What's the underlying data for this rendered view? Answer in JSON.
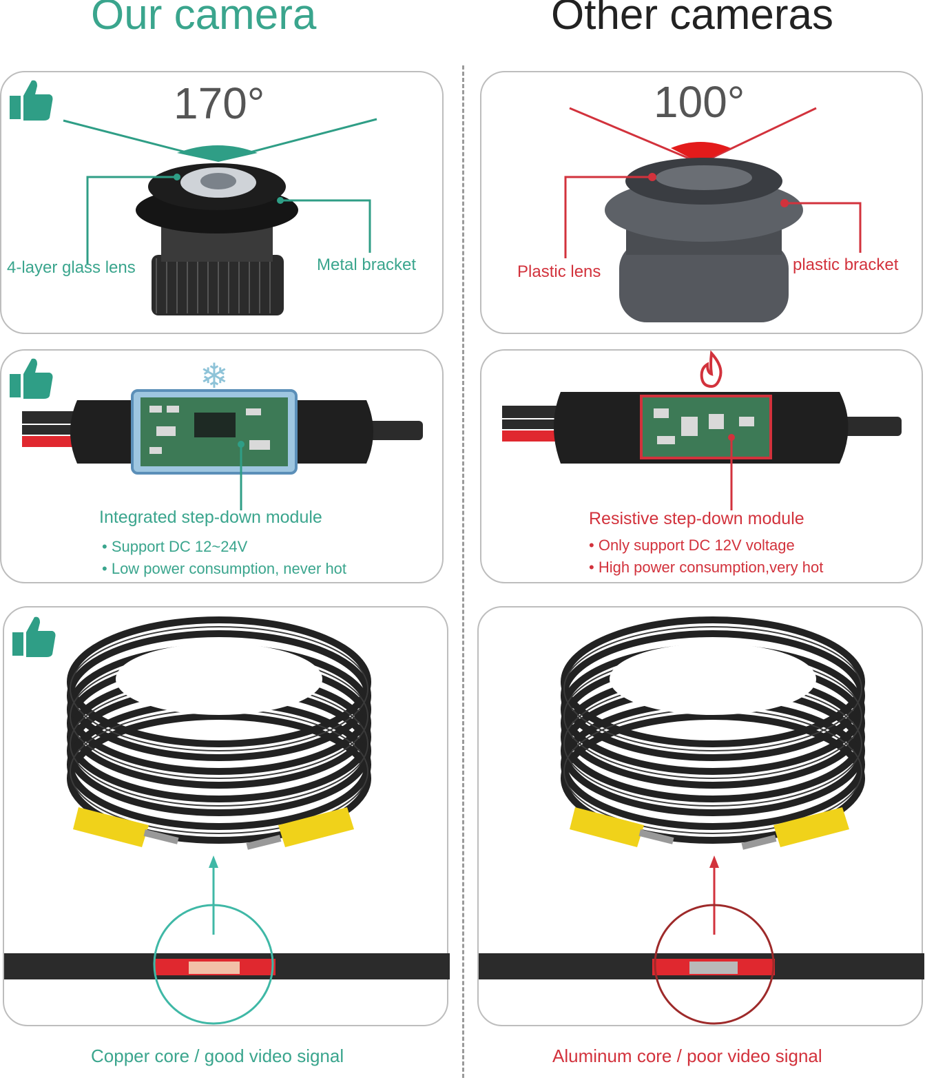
{
  "headings": {
    "ours": "Our camera",
    "others": "Other cameras"
  },
  "lens": {
    "ours": {
      "angle": "170°",
      "left_label": "4-layer glass lens",
      "right_label": "Metal bracket"
    },
    "others": {
      "angle": "100°",
      "left_label": "Plastic lens",
      "right_label": "plastic bracket"
    }
  },
  "module": {
    "ours": {
      "title": "Integrated step-down module",
      "bullets": [
        "Support DC 12~24V",
        "Low power consumption, never hot"
      ]
    },
    "others": {
      "title": "Resistive step-down module",
      "bullets": [
        "Only support DC 12V voltage",
        "High power consumption,very hot"
      ]
    }
  },
  "cable": {
    "ours": {
      "caption": "Copper core / good video signal"
    },
    "others": {
      "caption": "Aluminum core / poor video signal"
    }
  },
  "colors": {
    "good": "#3aa58d",
    "bad": "#d2323c"
  },
  "icons": {
    "good": "thumbs-up-icon",
    "cold": "snowflake-icon",
    "hot": "flame-icon"
  }
}
